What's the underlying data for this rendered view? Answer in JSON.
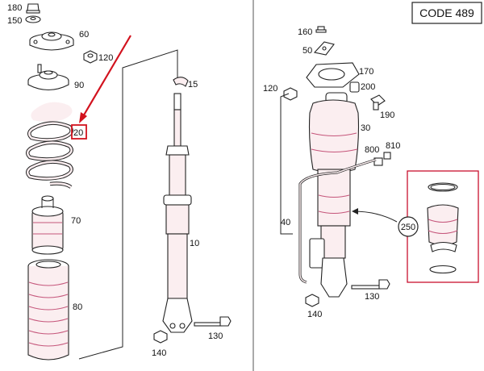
{
  "code_badge": "CODE 489",
  "callout": "250",
  "highlighted_part": "20",
  "labels": {
    "p180": "180",
    "p150": "150",
    "p60": "60",
    "p120a": "120",
    "p90": "90",
    "p20": "20",
    "p70": "70",
    "p80": "80",
    "p15": "15",
    "p10": "10",
    "p130a": "130",
    "p140a": "140",
    "p160": "160",
    "p50": "50",
    "p170": "170",
    "p120b": "120",
    "p200": "200",
    "p190": "190",
    "p30": "30",
    "p800": "800",
    "p810": "810",
    "p40": "40",
    "p130b": "130",
    "p140b": "140"
  }
}
